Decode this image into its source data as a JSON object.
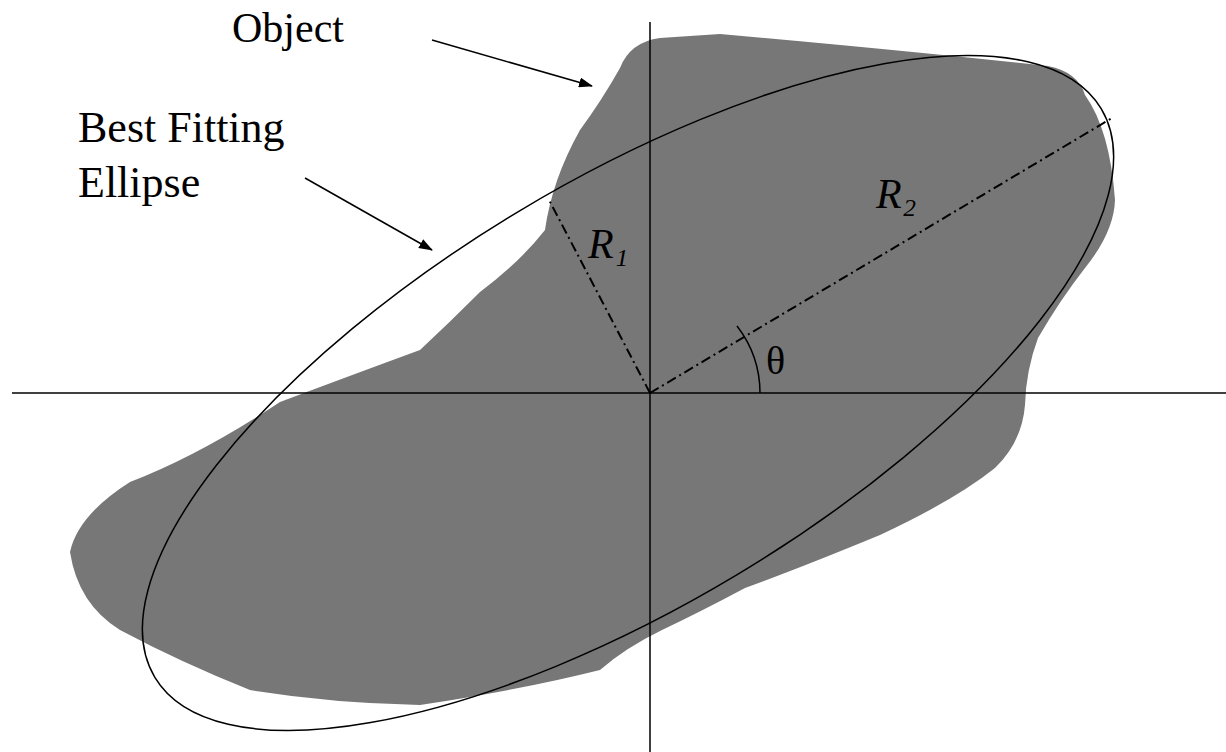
{
  "diagram": {
    "labels": [
      "Object",
      "Best Fitting Ellipse",
      "R₁",
      "θ",
      "R₂"
    ]
  }
}
